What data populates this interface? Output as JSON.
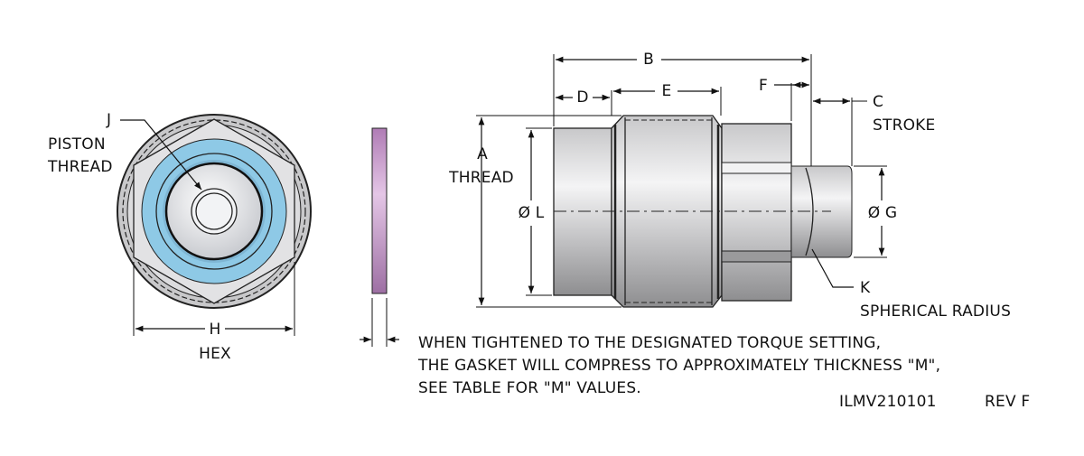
{
  "labels": {
    "j": "J",
    "piston": "PISTON",
    "piston_thread": "THREAD",
    "h": "H",
    "hex": "HEX",
    "a": "A",
    "a_thread": "THREAD",
    "b": "B",
    "c": "C",
    "stroke": "STROKE",
    "d": "D",
    "e": "E",
    "f": "F",
    "l": "Ø L",
    "g": "Ø G",
    "k": "K",
    "spherical_radius": "SPHERICAL RADIUS"
  },
  "note": {
    "line1": "WHEN TIGHTENED TO THE DESIGNATED TORQUE SETTING,",
    "line2": "THE GASKET WILL COMPRESS TO APPROXIMATELY THICKNESS \"M\",",
    "line3": "SEE TABLE FOR \"M\" VALUES."
  },
  "footer": {
    "drawing_number": "ILMV210101",
    "revision": "REV F"
  },
  "colors": {
    "ring_blue": "#8ec9e6",
    "gasket_purple": "#c69ac9",
    "metal": "#d4d4d6"
  }
}
